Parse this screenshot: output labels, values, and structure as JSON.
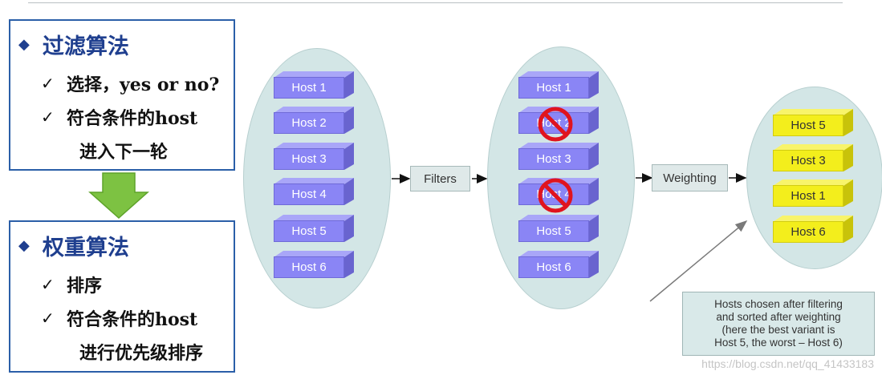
{
  "left_panel": {
    "section1": {
      "title": "过滤算法",
      "items": [
        "选择，yes or no?",
        "符合条件的host"
      ],
      "continuation": "进入下一轮"
    },
    "section2": {
      "title": "权重算法",
      "items": [
        "排序",
        "符合条件的host"
      ],
      "continuation": "进行优先级排序"
    },
    "bullet_icon": "diamond-icon",
    "check_icon": "check-icon",
    "arrow_color": "#7dc242"
  },
  "diagram": {
    "all_hosts": [
      "Host 1",
      "Host 2",
      "Host 3",
      "Host 4",
      "Host 5",
      "Host 6"
    ],
    "filter_stage_hosts": [
      {
        "label": "Host 1",
        "rejected": false
      },
      {
        "label": "Host 2",
        "rejected": true
      },
      {
        "label": "Host 3",
        "rejected": false
      },
      {
        "label": "Host 4",
        "rejected": true
      },
      {
        "label": "Host 5",
        "rejected": false
      },
      {
        "label": "Host 6",
        "rejected": false
      }
    ],
    "ranked_hosts": [
      "Host 5",
      "Host 3",
      "Host 1",
      "Host 6"
    ],
    "filters_label": "Filters",
    "weighting_label": "Weighting",
    "note_lines": [
      "Hosts chosen after filtering",
      "and sorted after weighting",
      "(here the best variant is",
      "Host 5, the worst – Host 6)"
    ],
    "colors": {
      "host_blue": "#8a85f5",
      "host_yellow": "#f3ee1c",
      "ellipse": "#d3e6e6",
      "reject_sign": "#e0141e"
    }
  },
  "watermark": "https://blog.csdn.net/qq_41433183"
}
